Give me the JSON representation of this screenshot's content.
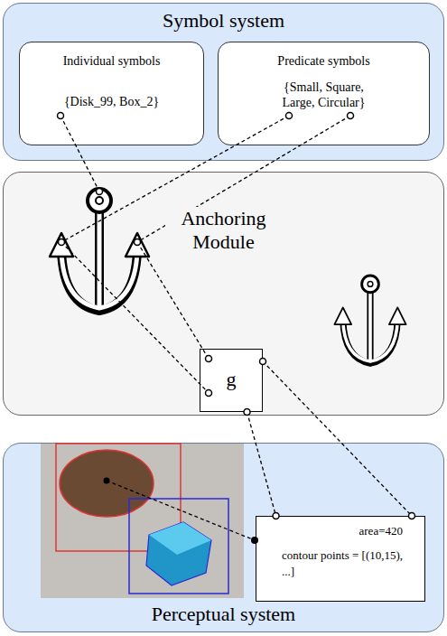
{
  "diagram": {
    "nodes": [
      {
        "text": [
          "Symbol system"
        ]
      },
      {
        "text": [
          "Individual symbols",
          "{Disk_99, Box_2}"
        ],
        "in": 0
      },
      {
        "text": [
          "Predicate symbols",
          "{Small, Square, Large, Circular}"
        ],
        "in": 0
      },
      {
        "text": [
          "Anchoring Module"
        ]
      },
      {
        "text": [
          "g"
        ],
        "in": 3
      },
      {
        "text": [
          "Perceptual system"
        ]
      },
      {
        "text": [
          "area=420",
          "contour points = [(10,15), ...]"
        ],
        "in": 5
      }
    ],
    "edges": [
      {
        "from": 4,
        "to": 6,
        "arrow": "none"
      },
      {
        "from": 4,
        "to": 6,
        "arrow": "none"
      }
    ]
  }
}
